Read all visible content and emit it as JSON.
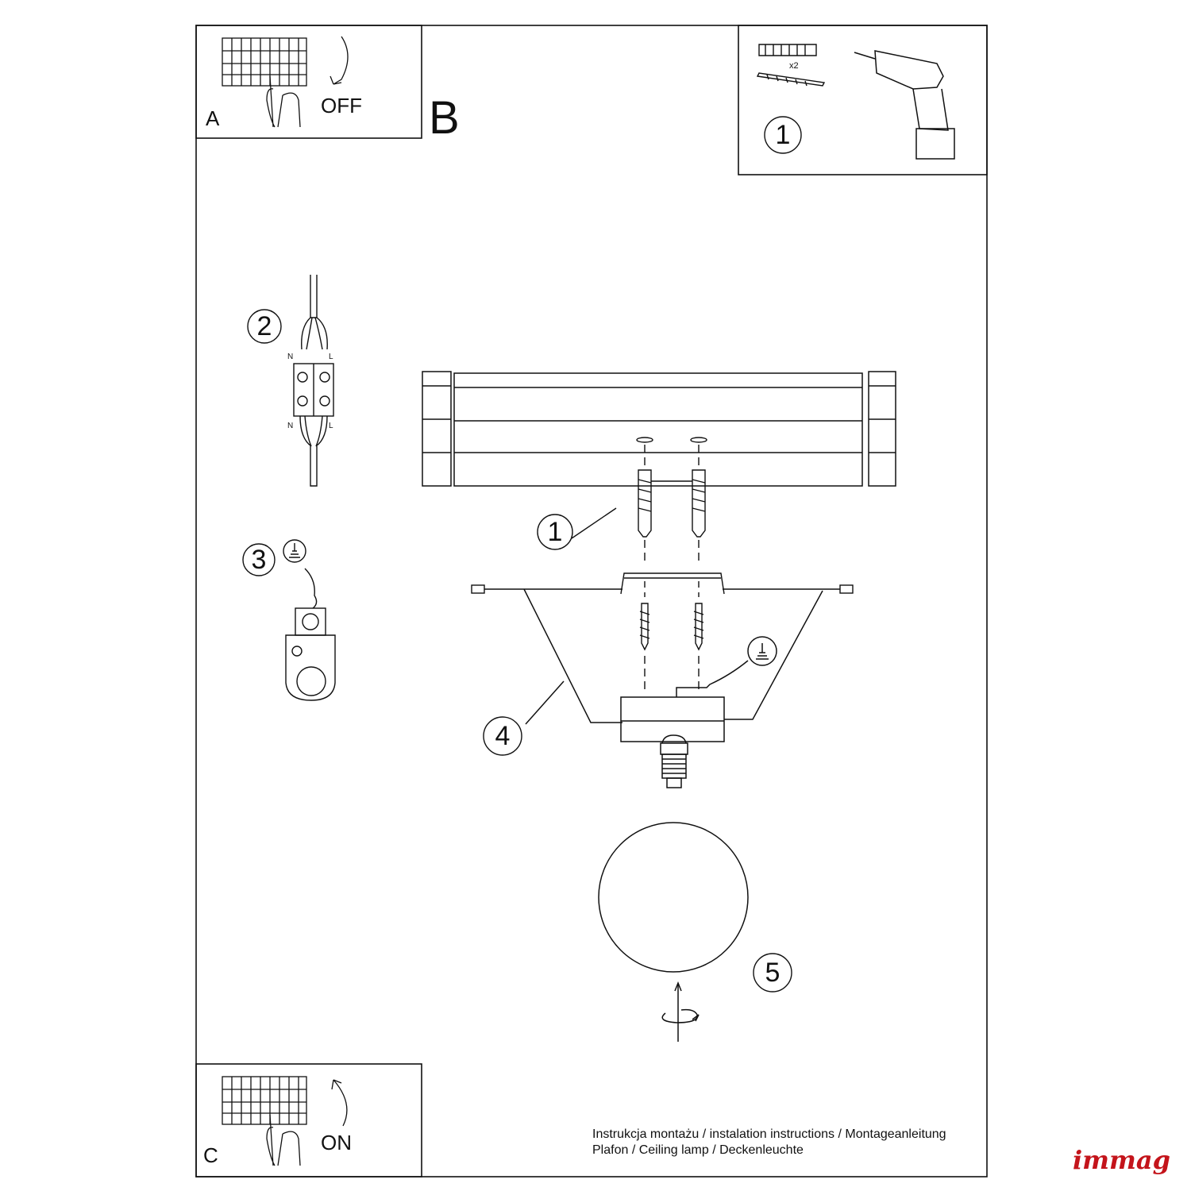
{
  "panels": {
    "a": {
      "letter": "A",
      "action": "OFF"
    },
    "b": {
      "letter": "B"
    },
    "c": {
      "letter": "C",
      "action": "ON"
    }
  },
  "tools": {
    "quantity": "x2",
    "step": "1"
  },
  "steps": {
    "s1": "1",
    "s2": "2",
    "s3": "3",
    "s4": "4",
    "s5": "5"
  },
  "wires": {
    "n_top": "N",
    "l_top": "L",
    "n_bottom": "N",
    "l_bottom": "L"
  },
  "footer": {
    "line1": "Instrukcja montażu / instalation instructions / Montageanleitung",
    "line2": "Plafon / Ceiling lamp / Deckenleuchte"
  },
  "brand": "immag",
  "colors": {
    "line": "#111111",
    "brand": "#c4141b"
  }
}
